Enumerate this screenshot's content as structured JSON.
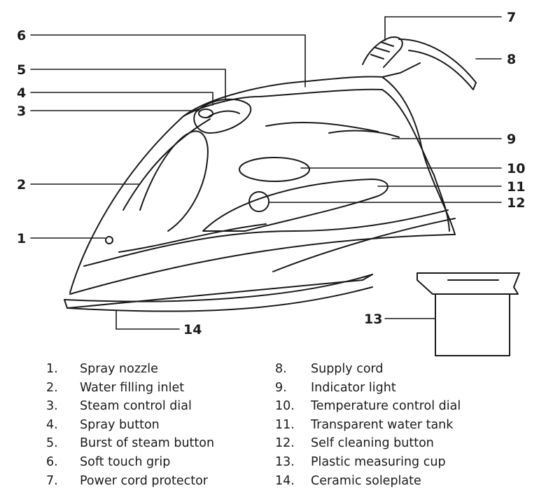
{
  "callouts": [
    "1",
    "2",
    "3",
    "4",
    "5",
    "6",
    "7",
    "8",
    "9",
    "10",
    "11",
    "12",
    "13",
    "14"
  ],
  "legend_left": [
    {
      "num": "1.",
      "label": "Spray nozzle"
    },
    {
      "num": "2.",
      "label": "Water filling inlet"
    },
    {
      "num": "3.",
      "label": "Steam control dial"
    },
    {
      "num": "4.",
      "label": "Spray button"
    },
    {
      "num": "5.",
      "label": "Burst of steam button"
    },
    {
      "num": "6.",
      "label": "Soft touch grip"
    },
    {
      "num": "7.",
      "label": "Power cord protector"
    }
  ],
  "legend_right": [
    {
      "num": "8.",
      "label": "Supply cord"
    },
    {
      "num": "9.",
      "label": "Indicator light"
    },
    {
      "num": "10.",
      "label": "Temperature control dial"
    },
    {
      "num": "11.",
      "label": "Transparent water tank"
    },
    {
      "num": "12.",
      "label": "Self cleaning button"
    },
    {
      "num": "13.",
      "label": "Plastic measuring cup"
    },
    {
      "num": "14.",
      "label": "Ceramic soleplate"
    }
  ]
}
